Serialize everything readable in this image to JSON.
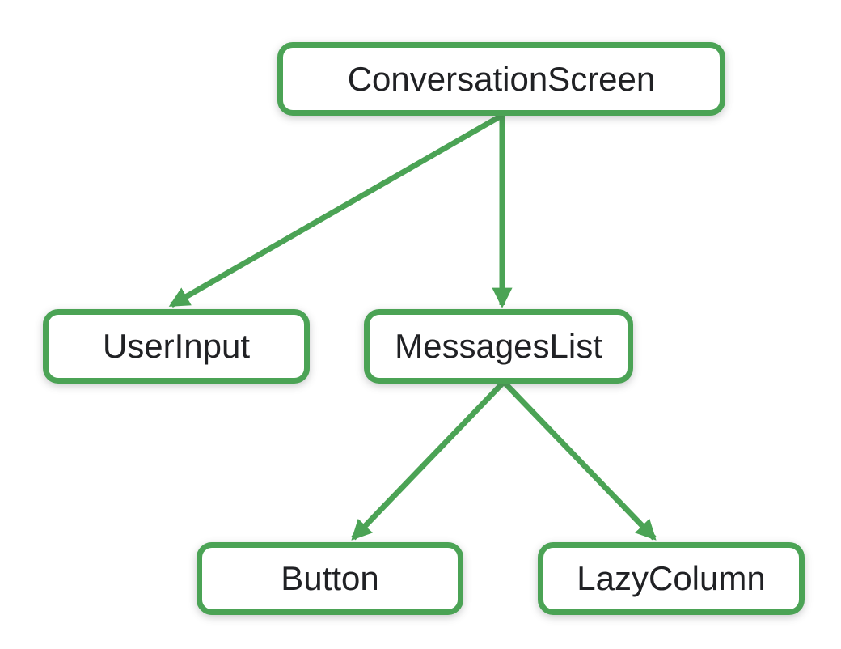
{
  "diagram": {
    "type": "tree",
    "accent_color": "#4BA355",
    "background_color": "#FFFFFF",
    "text_color": "#202124"
  },
  "nodes": {
    "conversation_screen": {
      "label": "ConversationScreen"
    },
    "user_input": {
      "label": "UserInput"
    },
    "messages_list": {
      "label": "MessagesList"
    },
    "button": {
      "label": "Button"
    },
    "lazy_column": {
      "label": "LazyColumn"
    }
  },
  "edges": [
    {
      "from": "ConversationScreen",
      "to": "UserInput"
    },
    {
      "from": "ConversationScreen",
      "to": "MessagesList"
    },
    {
      "from": "MessagesList",
      "to": "Button"
    },
    {
      "from": "MessagesList",
      "to": "LazyColumn"
    }
  ]
}
